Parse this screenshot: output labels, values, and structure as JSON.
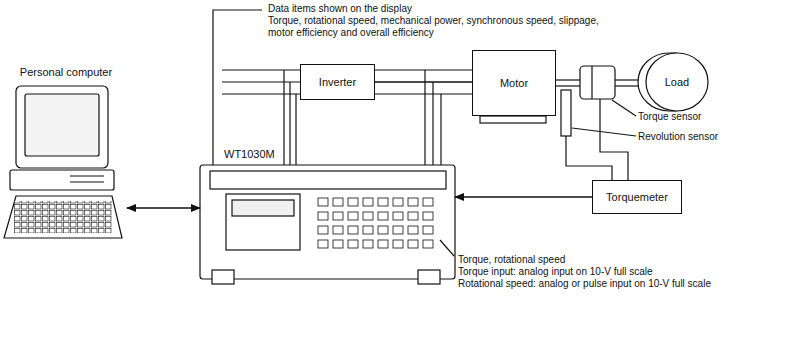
{
  "diagram": {
    "nodes": [
      {
        "text": [
          "Personal computer"
        ]
      },
      {
        "text": [
          "Inverter"
        ]
      },
      {
        "text": [
          "WT1030M"
        ]
      },
      {
        "text": [
          "Motor"
        ]
      },
      {
        "text": [
          "Load"
        ]
      },
      {
        "text": [
          "Torquemeter"
        ]
      }
    ],
    "edges": [
      {
        "from": 0,
        "to": 2,
        "arrow": "both"
      },
      {
        "from": 1,
        "to": 3,
        "arrow": "none"
      },
      {
        "from": 5,
        "to": 2,
        "arrow": "to"
      }
    ],
    "labels": [
      "Data items shown on the display",
      "Torque, rotational speed, mechanical power, synchronous speed, slippage, motor efficiency and overall efficiency",
      "Torque sensor",
      "Revolution sensor",
      "Torque, rotational speed",
      "Torque input: analog input on 10-V full scale",
      "Rotational speed: analog or pulse input on 10-V full scale"
    ]
  }
}
